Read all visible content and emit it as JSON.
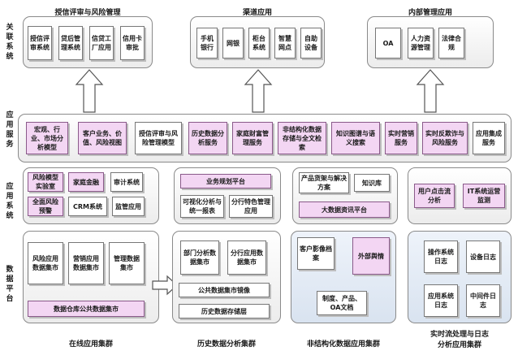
{
  "sections": {
    "related": "关联系统",
    "app_services": "应用服务",
    "app_systems": "应用系统",
    "data_platform": "数据平台"
  },
  "top": {
    "credit": {
      "title": "授信评审与风险管理",
      "items": [
        "授信评审系统",
        "贷后管理系统",
        "信贷工厂应用",
        "信用卡审批"
      ]
    },
    "channel": {
      "title": "渠道应用",
      "items": [
        "手机银行",
        "网银",
        "柜台系统",
        "智慧网点",
        "自助设备"
      ]
    },
    "internal": {
      "title": "内部管理应用",
      "items": [
        "OA",
        "人力资源管理",
        "法律合规"
      ]
    }
  },
  "services": [
    "宏观、行业、市场分析模型",
    "客户业务、价值、风险视图",
    "授信评审与风险管理模型",
    "历史数据分析服务",
    "家庭财富管理服务",
    "非结构化数据存储与全文检索",
    "知识图谱与语义搜索",
    "实时营销服务",
    "实时反欺诈与风险服务",
    "应用集成服务"
  ],
  "app_systems": {
    "g1": [
      "风险模型实验室",
      "家庭金融",
      "审计系统",
      "全面风险预警",
      "CRM系统",
      "监管应用"
    ],
    "g2": [
      "业务规划平台",
      "可视化分析与统一报表",
      "分行特色管理应用"
    ],
    "g3": [
      "产品货架与解决方案",
      "知识库",
      "大数据资讯平台"
    ],
    "g4": [
      "用户点击流分析",
      "IT系统运营监测"
    ]
  },
  "data": {
    "online": [
      "风险应用数据集市",
      "营销应用数据集市",
      "管理数据集市",
      "数据仓库公共数据集市"
    ],
    "hist": [
      "部门分析数据集市",
      "分行应用数据集市",
      "公共数据集市镜像",
      "历史数据存储层"
    ],
    "unstruct": [
      "客户影像档案",
      "外部舆情",
      "制度、产品、OA文档"
    ],
    "realtime": [
      "操作系统日志",
      "设备日志",
      "应用系统日志",
      "中间件日志"
    ]
  },
  "bottom": {
    "online": "在线应用集群",
    "hist": "历史数据分析集群",
    "unstruct": "非结构化数据应用集群",
    "realtime_1": "实时流处理与日志",
    "realtime_2": "分析应用集群"
  }
}
